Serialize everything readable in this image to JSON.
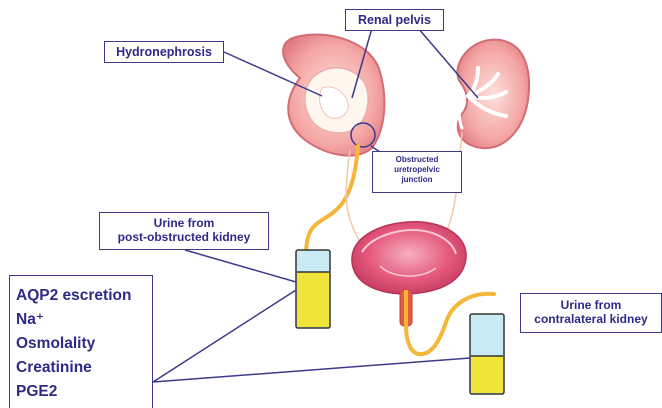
{
  "labels": {
    "hydronephrosis": "Hydronephrosis",
    "renal_pelvis": "Renal pelvis",
    "obstructed_line1": "Obstructed",
    "obstructed_line2": "uretropelvic",
    "obstructed_line3": "junction",
    "urine_post_line1": "Urine from",
    "urine_post_line2": "post-obstructed kidney",
    "urine_contra_line1": "Urine from",
    "urine_contra_line2": "contralateral kidney"
  },
  "measurements": [
    "AQP2 escretion",
    "Na⁺",
    "Osmolality",
    "Creatinine",
    "PGE2"
  ],
  "colors": {
    "label_text": "#2e2a86",
    "label_border": "#3d3a8c",
    "kidney": "#f2a8a8",
    "ureter": "#f5b73a",
    "urine": "#f0e040",
    "tube": "#b8e4f0",
    "bladder": "#e86b8a"
  }
}
